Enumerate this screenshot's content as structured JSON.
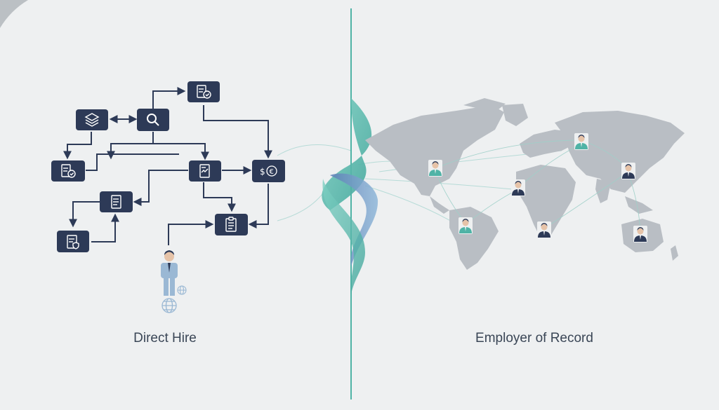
{
  "left_panel": {
    "label": "Direct Hire",
    "nodes": [
      {
        "id": "docs-top",
        "icon": "document-check-icon"
      },
      {
        "id": "layers",
        "icon": "layers-icon"
      },
      {
        "id": "search",
        "icon": "search-icon"
      },
      {
        "id": "doc-check-left",
        "icon": "document-check-icon"
      },
      {
        "id": "approve",
        "icon": "document-sign-icon"
      },
      {
        "id": "payroll",
        "icon": "currency-exchange-icon"
      },
      {
        "id": "doc-list",
        "icon": "document-list-icon"
      },
      {
        "id": "doc-shield",
        "icon": "document-shield-icon"
      },
      {
        "id": "clipboard",
        "icon": "clipboard-icon"
      }
    ],
    "person_icon": "person-icon",
    "globe_icon": "globe-icon"
  },
  "right_panel": {
    "label": "Employer of Record",
    "map_icon": "world-map-icon",
    "people": [
      {
        "id": "north-america",
        "color": "#4fb3a6"
      },
      {
        "id": "siberia",
        "color": "#4fb3a6"
      },
      {
        "id": "east-asia",
        "color": "#2d3a57"
      },
      {
        "id": "africa-west",
        "color": "#2d3a57"
      },
      {
        "id": "south-america",
        "color": "#4fb3a6"
      },
      {
        "id": "africa-south",
        "color": "#2d3a57"
      },
      {
        "id": "australia",
        "color": "#2d3a57"
      }
    ]
  },
  "colors": {
    "background": "#eef0f1",
    "node": "#2d3a57",
    "arrow": "#2d3a57",
    "divider": "#4fb3a6",
    "map": "#b9bec4",
    "person_light": "#9ab8d4"
  }
}
